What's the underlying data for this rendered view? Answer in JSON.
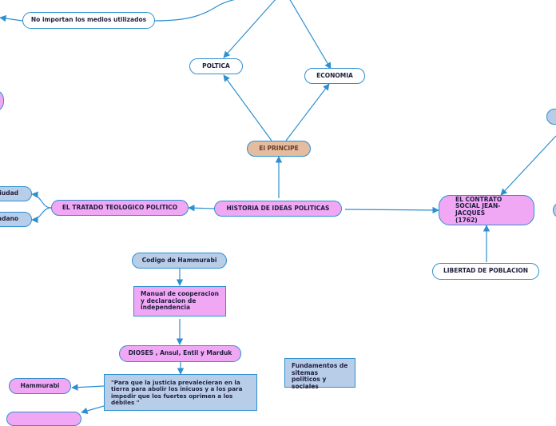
{
  "colors": {
    "edge": "#2e8fd0",
    "white_node": "#ffffff",
    "pink_node": "#f0a8f4",
    "blue_node": "#b8cde8",
    "tan_node": "#e4bca0"
  },
  "nodes": {
    "medios": "No importan los medios utilizados",
    "politica": "POLTICA",
    "economia": "ECONOMIA",
    "principe": "El PRINCIPE",
    "historia": "HISTORIA DE IDEAS POLITICAS",
    "tratado": "EL TRATADO TEOLOGICO POLITICO",
    "contrato": "EL CONTRATO SOCIAL JEAN-JACQUES (1762)",
    "libertad": "LIBERTAD DE POBLACION",
    "ciudad": "ciudad",
    "ciudadano": "dadano",
    "codigo": "Codigo de Hammurabi",
    "manual": "Manual de cooperacion y declaracion de independencia",
    "dioses": "DIOSES , Ansul, Entil y Marduk",
    "hammurabi": "Hammurabi",
    "justicia": "\"Para que la justicia prevalecieran en la tierra para abolir los inicuos y a los para impedir que los fuertes oprimen a los débiles  \"",
    "fundamentos": "Fundamentos de sitemas politicos y sociales"
  }
}
